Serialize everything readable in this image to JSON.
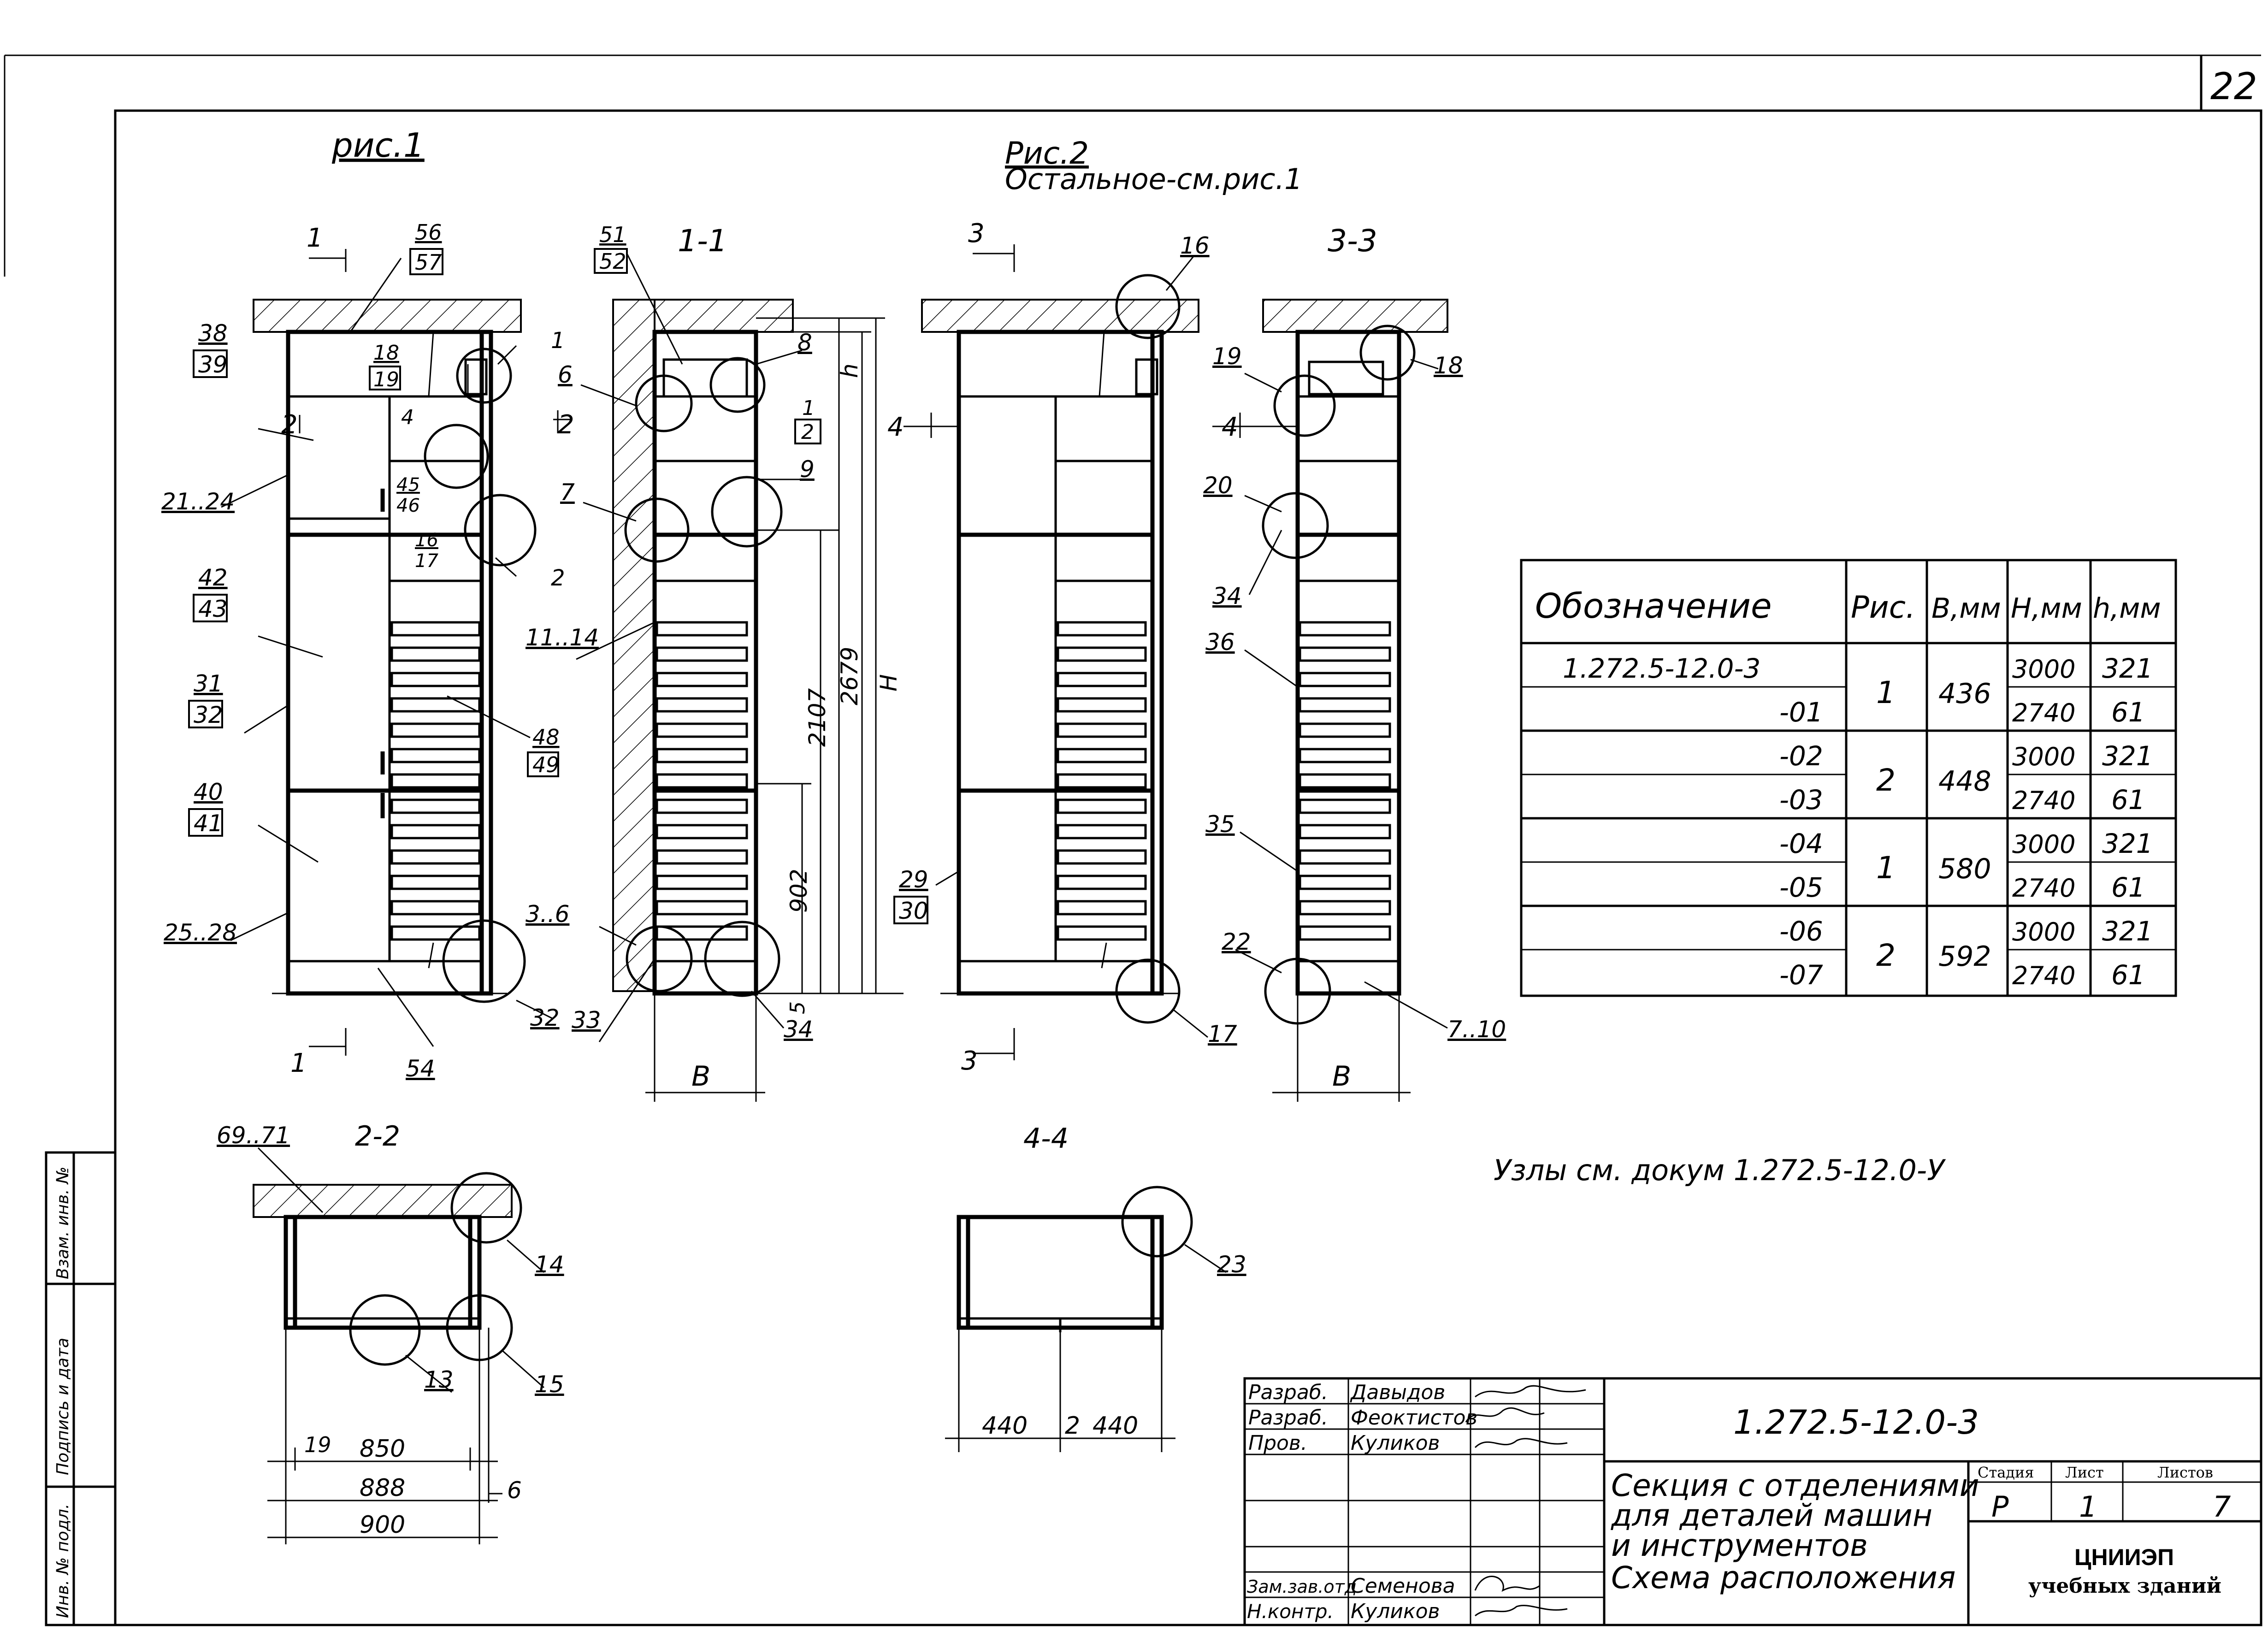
{
  "sheet_number": "22",
  "figures": {
    "fig1_title": "рис.1",
    "fig2_title": "Рис.2",
    "fig2_subtitle": "Остальное-см.рис.1",
    "section_11": "1-1",
    "section_33": "3-3",
    "section_22": "2-2",
    "section_44": "4-4"
  },
  "section_marks": {
    "m1": "1",
    "m2": "2",
    "m3": "3",
    "m4": "4"
  },
  "callouts": {
    "c56": "56",
    "c57": "57",
    "c38": "38",
    "c39": "39",
    "c18a": "18",
    "c19a": "19",
    "c1": "1",
    "c4": "4",
    "c45": "45",
    "c46": "46",
    "c16a": "16",
    "c17a": "17",
    "c2": "2",
    "c2124": "21..24",
    "c42": "42",
    "c43": "43",
    "c31": "31",
    "c32b": "32",
    "c48": "48",
    "c49": "49",
    "c40": "40",
    "c41": "41",
    "c2528": "25..28",
    "c54": "54",
    "c32": "32",
    "c51": "51",
    "c52": "52",
    "c6": "6",
    "c8": "8",
    "c7": "7",
    "c9": "9",
    "c1114": "11..14",
    "c36": "3..6",
    "c33": "33",
    "c34": "34",
    "c16": "16",
    "c29": "29",
    "c30": "30",
    "c17": "17",
    "c19": "19",
    "c18": "18",
    "c20": "20",
    "c34b": "34",
    "c36b": "36",
    "c35": "35",
    "c22": "22",
    "c710": "7..10",
    "c6971": "69..71",
    "c14": "14",
    "c13": "13",
    "c15": "15",
    "c23": "23",
    "c6b": "6",
    "h": "h",
    "H": "H"
  },
  "dimensions": {
    "d2679": "2679",
    "d2107": "2107",
    "d902": "902",
    "d5": "5",
    "B1": "B",
    "B2": "B",
    "d19": "19",
    "d850": "850",
    "d888": "888",
    "d900": "900",
    "d440a": "440",
    "d2": "2",
    "d440b": "440"
  },
  "nodes_note": "Узлы см. докум 1.272.5-12.0-У",
  "table": {
    "headers": [
      "Обозначение",
      "Рис.",
      "B,мм",
      "H,мм",
      "h,мм"
    ],
    "rows": [
      {
        "designation": "1.272.5-12.0-3",
        "H": "3000",
        "h": "321"
      },
      {
        "designation": "-01",
        "H": "2740",
        "h": "61"
      },
      {
        "designation": "-02",
        "H": "3000",
        "h": "321"
      },
      {
        "designation": "-03",
        "H": "2740",
        "h": "61"
      },
      {
        "designation": "-04",
        "H": "3000",
        "h": "321"
      },
      {
        "designation": "-05",
        "H": "2740",
        "h": "61"
      },
      {
        "designation": "-06",
        "H": "3000",
        "h": "321"
      },
      {
        "designation": "-07",
        "H": "2740",
        "h": "61"
      }
    ],
    "groups": [
      {
        "fig": "1",
        "B": "436"
      },
      {
        "fig": "2",
        "B": "448"
      },
      {
        "fig": "1",
        "B": "580"
      },
      {
        "fig": "2",
        "B": "592"
      }
    ]
  },
  "title_block": {
    "document_code": "1.272.5-12.0-3",
    "people": [
      {
        "role": "Разраб.",
        "name": "Давыдов"
      },
      {
        "role": "Разраб.",
        "name": "Феоктистов"
      },
      {
        "role": "Пров.",
        "name": "Куликов"
      },
      {
        "role": "",
        "name": ""
      },
      {
        "role": "",
        "name": ""
      },
      {
        "role": "Зам.зав.отд",
        "name": "Семенова"
      },
      {
        "role": "Н.контр.",
        "name": "Куликов"
      }
    ],
    "title_lines": [
      "Секция с отделениями",
      "для деталей машин",
      "и инструментов",
      "Схема расположения"
    ],
    "stage_label": "Стадия",
    "sheet_label": "Лист",
    "sheets_label": "Листов",
    "stage": "Р",
    "sheet": "1",
    "sheets": "7",
    "org_line1": "ЦНИИЭП",
    "org_line2": "учебных зданий"
  },
  "side_stamp": {
    "inv_sub": "Взам. инв. №",
    "sign_date": "Подпись и дата",
    "inv_orig": "Инв. № подл."
  }
}
